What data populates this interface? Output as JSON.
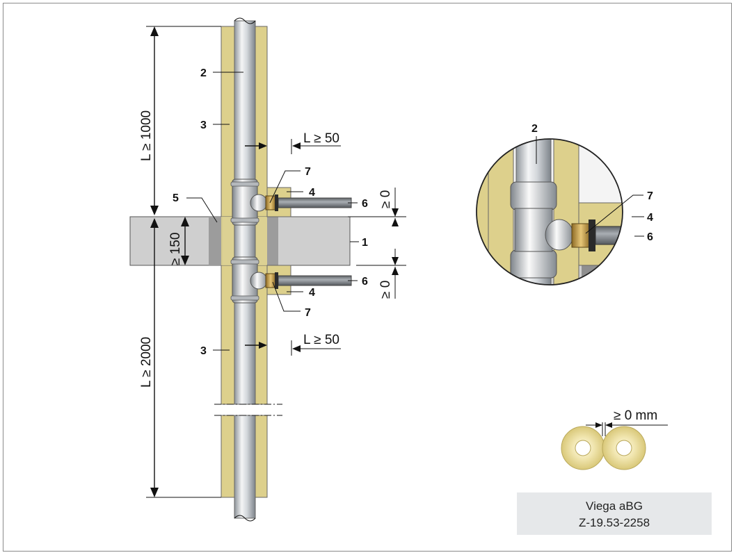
{
  "labels": {
    "slab": "1",
    "pipe": "2",
    "insulation_vertical": "3",
    "insulation_branch": "4",
    "ceiling_gap": "5",
    "branch_pipe": "6",
    "fitting": "7"
  },
  "dimensions": {
    "upper_length": "L ≥ 1000",
    "lower_length": "L ≥ 2000",
    "slab_thickness": "≥ 150",
    "upper_branch_length": "L ≥ 50",
    "lower_branch_length": "L ≥ 50",
    "upper_branch_gap": "≥ 0",
    "lower_branch_gap": "≥ 0",
    "spacing": "≥ 0 mm"
  },
  "approval": {
    "line1": "Viega aBG",
    "line2": "Z-19.53-2258"
  },
  "colors": {
    "insulation": "#ddd08c",
    "slab": "#cfcfcf",
    "pipe": "#c8ccd0",
    "brass": "#c9a24a",
    "stamp_bg": "#e6e8ea"
  }
}
